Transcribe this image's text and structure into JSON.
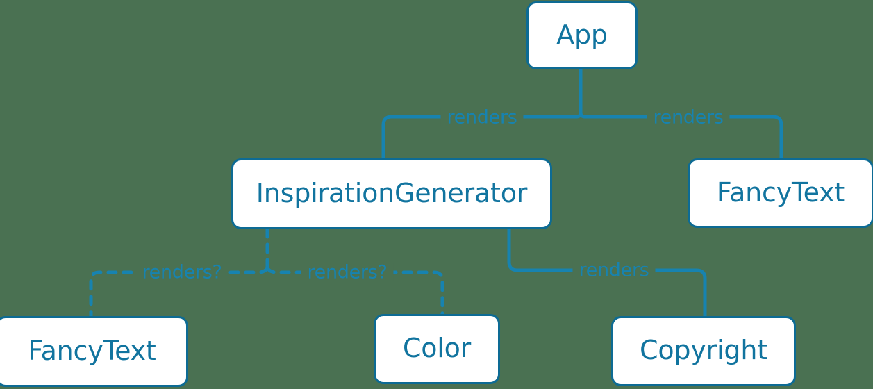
{
  "diagram": {
    "type": "component-render-tree",
    "background_color": "#4a7152",
    "node_border_color": "#0d6b94",
    "node_fill_color": "#ffffff",
    "node_text_color": "#11749f",
    "edge_color": "#1783b0",
    "edge_label_color": "#1783b0",
    "nodes": [
      {
        "id": "app",
        "label": "App"
      },
      {
        "id": "inspiration",
        "label": "InspirationGenerator"
      },
      {
        "id": "fancytext_right",
        "label": "FancyText"
      },
      {
        "id": "fancytext_bottom",
        "label": "FancyText"
      },
      {
        "id": "color",
        "label": "Color"
      },
      {
        "id": "copyright",
        "label": "Copyright"
      }
    ],
    "edges": [
      {
        "id": "app-inspiration",
        "from": "app",
        "to": "inspiration",
        "label": "renders",
        "style": "solid"
      },
      {
        "id": "app-fancytext",
        "from": "app",
        "to": "fancytext_right",
        "label": "renders",
        "style": "solid"
      },
      {
        "id": "ig-fancytext",
        "from": "inspiration",
        "to": "fancytext_bottom",
        "label": "renders?",
        "style": "dashed"
      },
      {
        "id": "ig-color",
        "from": "inspiration",
        "to": "color",
        "label": "renders?",
        "style": "dashed"
      },
      {
        "id": "ig-copyright",
        "from": "inspiration",
        "to": "copyright",
        "label": "renders",
        "style": "solid"
      }
    ]
  }
}
